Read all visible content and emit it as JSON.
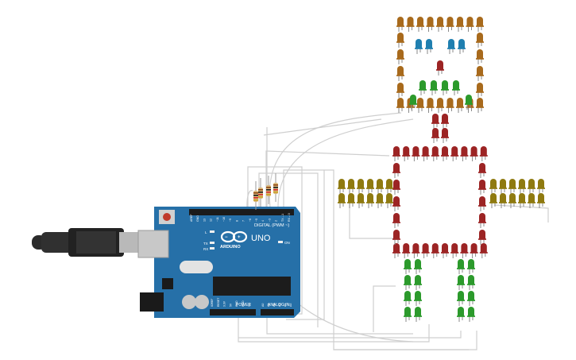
{
  "board": {
    "model": "UNO",
    "brand": "ARDUINO",
    "digital_header_label": "DIGITAL (PWM ~)",
    "power_header_label": "POWER",
    "analog_header_label": "ANALOG IN",
    "led_labels": [
      "L",
      "TX",
      "RX"
    ],
    "on_label": "ON",
    "digital_pins": [
      "AREF",
      "GND",
      "13",
      "12",
      "~11",
      "~10",
      "~9",
      "8",
      "7",
      "~6",
      "~5",
      "4",
      "~3",
      "2",
      "TX→1",
      "RX←0"
    ],
    "power_pins": [
      "IOREF",
      "RESET",
      "3.3V",
      "5V",
      "GND",
      "GND",
      "Vin"
    ],
    "analog_pins": [
      "A0",
      "A1",
      "A2",
      "A3",
      "A4",
      "A5"
    ]
  },
  "colors": {
    "board": "#2670a8",
    "led_brown": "#a86a1c",
    "led_blue": "#1f7fb0",
    "led_red_dark": "#9c2424",
    "led_green": "#2c9a2c",
    "led_olive": "#8f7a10",
    "wire": "#cfcfcf"
  },
  "components": [
    {
      "name": "usb-cable",
      "kind": "USB cable"
    },
    {
      "name": "arduino-uno",
      "kind": "Arduino Uno board"
    },
    {
      "name": "resistor-bank",
      "kind": "4 resistors"
    },
    {
      "name": "led-robot",
      "kind": "LED robot figure"
    }
  ]
}
